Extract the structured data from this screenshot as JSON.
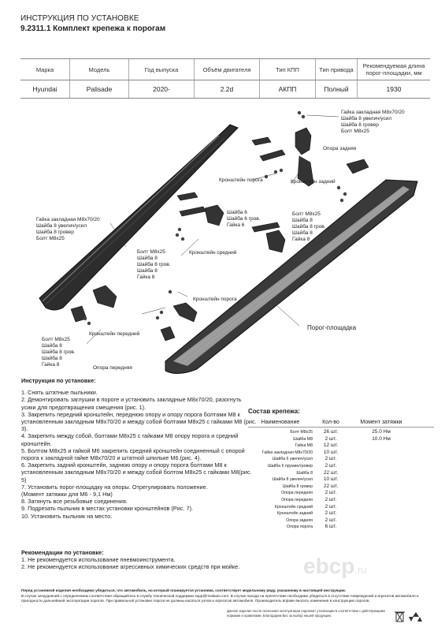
{
  "header": {
    "title": "ИНСТРУКЦИЯ ПО УСТАНОВКЕ",
    "subtitle": "9.2311.1 Комплект крепежа к порогам"
  },
  "spec_table": {
    "headers": [
      "Марка",
      "Модель",
      "Год выпуска",
      "Объём двигателя",
      "Тип КПП",
      "Тип привода",
      "Рекомендуемая длина порог-площадки, мм"
    ],
    "row": [
      "Hyundai",
      "Palisade",
      "2020-",
      "2.2d",
      "АКПП",
      "Полный",
      "1930"
    ]
  },
  "labels": {
    "nut_right": [
      "Гайка закладная М8х70/20",
      "Шайба 8 увелич/усил",
      "Шайба 8 гровер",
      "Болт М8х25"
    ],
    "support_rear": "Опора задняя",
    "bracket_rear": "Кронштейн задний",
    "bracket_sill": "Кронштейн порога",
    "washer6": [
      "Шайба 6",
      "Шайба 6 гров.",
      "Гайка 6"
    ],
    "bolt_right": [
      "Болт М8х25",
      "Шайба 8",
      "Шайба 8 гров.",
      "Шайба 8",
      "Гайка 8"
    ],
    "nut_left": [
      "Гайка закладная М8х70/20",
      "Шайба 8 увелич/усил",
      "Шайба 8 гровер",
      "Болт М8х25"
    ],
    "bolt_mid": [
      "Болт М8х25",
      "Шайба 8",
      "Шайба 8 гров.",
      "Шайба 8",
      "Гайка 8"
    ],
    "bracket_mid": "Кронштейн средний",
    "bracket_sill2": "Кронштейн порога",
    "bracket_front": "Кронштейн передний",
    "step_platform": "Порог-площадка",
    "bolt_left": [
      "Болт М8х25",
      "Шайба 8",
      "Шайба 8 гров.",
      "Шайба 8",
      "Гайка 8"
    ],
    "support_front": "Опора передняя"
  },
  "instructions": {
    "title": "Инструкция по установке:",
    "steps": [
      "1. Снять штатные пыльники.",
      "2. Демонтировать заглушки в пороге и установить закладные М8х70/20, разогнуть усики для предотвращения смещения (рис. 1).",
      "3. Закрепить передний кронштейн, переднюю опору и опору порога болтами М8 к установленным закладным М8х70/20 и между собой болтами М8х25 с гайками М8 (рис. 3).",
      "4. Закрепить между собой, болтами М8х25 с гайками М8 опору порога и средний кронштейн.",
      "5. Болтом М8х25 и гайкой М6 закрепить средний кронштейн соединенный с опорой порога к закладной гайке М8х70/20 и штатной шпильке М6.(рис. 4).",
      "6. Закрепить задний кронштейн, заднюю опору и опору порога болтами М8 к установленным закладным М8х70/20 и между собой болтом М8х25 с гайками М8(рис. 5)",
      "7. Установить порог-площадку на опоры. Отрегулировать положение.",
      "(Момент затяжки для М6 - 9,1 Нм)",
      "8. Затянуть все резьбовые соединения.",
      "9. Подрезать пыльник в местах установки кронштейнов (Рис. 7).",
      "10.       Установить пыльник на место."
    ]
  },
  "recommendations": {
    "title": "Рекомендации по установке:",
    "items": [
      "1. Не рекомендуется использование пневмоинструмента.",
      "2. Не рекомендуется использование агрессивных химических средств при мойке."
    ]
  },
  "composition": {
    "title": "Состав крепежа:",
    "headers": [
      "Наименование",
      "Кол-во",
      "Момент затяжки"
    ],
    "rows": [
      [
        "Болт М8х25",
        "26 шт.",
        "25.0 Нм"
      ],
      [
        "Шайба М8",
        "2 шт.",
        "10.0 Нм"
      ],
      [
        "Гайка М8",
        "12 шт.",
        ""
      ],
      [
        "Гайка закладная М8х70/20",
        "10 шт.",
        ""
      ],
      [
        "Шайба 6 увелич/усил",
        "2 шт.",
        ""
      ],
      [
        "Шайба 6 пружин/гровер",
        "2 шт.",
        ""
      ],
      [
        "Шайба 8",
        "22 шт.",
        ""
      ],
      [
        "Шайба 8 увелич/усил",
        "10 шт.",
        ""
      ],
      [
        "Шайба 8 гровер",
        "22 шт.",
        ""
      ],
      [
        "Опора передняя",
        "2 шт.",
        ""
      ],
      [
        "Опора передняя",
        "2 шт.",
        ""
      ],
      [
        "Кронштейн средний",
        "2 шт.",
        ""
      ],
      [
        "Кронштейн задний",
        "2 шт.",
        ""
      ],
      [
        "Опора задняя",
        "2 шт.",
        ""
      ],
      [
        "Опора порога",
        "6 шт.",
        ""
      ]
    ]
  },
  "footer": {
    "line1": "Перед установкой изделия необходимо убедиться, что автомобиль, на который планируется установка, соответствует модельному ряду, указанному в настоящей инструкции.",
    "line2": "В случае затруднений с определением соответствия обращайтесь в службу технической поддержки supp@rivalauto.com. В случае находа на препятствие необходимо убедиться в отсутствие повреждений и агрегатов автомобиля и пригодности дальнейшей эксплуатации порогов. При правильной установке пороги не должны касаться узлов и агрегатов автомобиля. Производитель вправе вносить изменения в конструкцию порогов.",
    "note": "Данное изделие после окончания эксплуатации подлежит утилизации в соответствии с действующими нормами и правилами. Благодарим Вас за выбор нашей продукции."
  },
  "watermark": {
    "brand": "ebcp",
    "suffix": ".ru"
  }
}
